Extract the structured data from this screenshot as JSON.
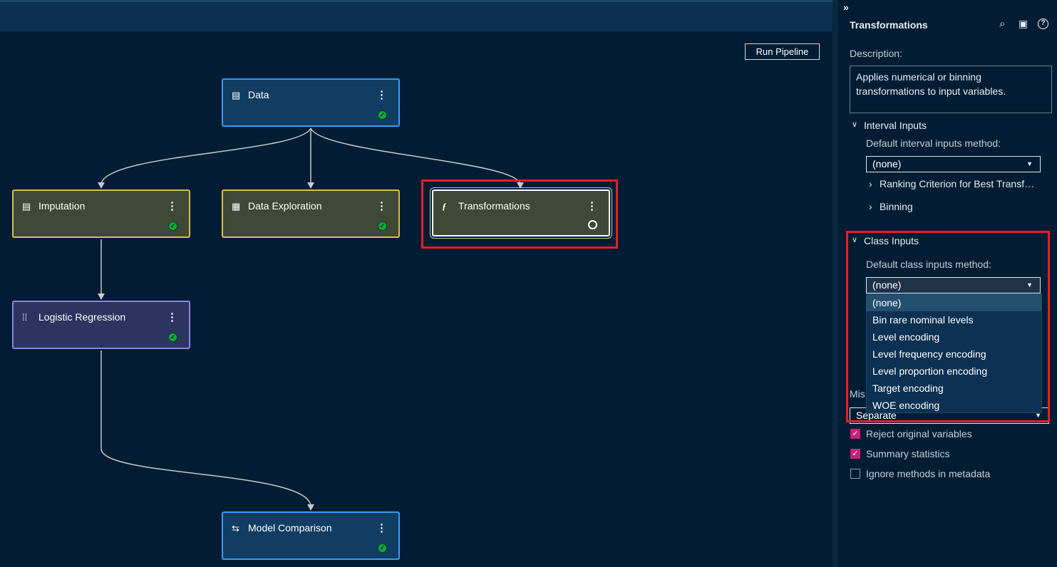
{
  "toolbar": {
    "run_pipeline": "Run Pipeline"
  },
  "nodes": {
    "data": {
      "label": "Data",
      "status": "completed"
    },
    "imputation": {
      "label": "Imputation",
      "status": "completed"
    },
    "data_exploration": {
      "label": "Data Exploration",
      "status": "completed"
    },
    "transformations": {
      "label": "Transformations",
      "status": "not-run"
    },
    "logistic_regression": {
      "label": "Logistic Regression",
      "status": "completed"
    },
    "model_comparison": {
      "label": "Model Comparison",
      "status": "completed"
    }
  },
  "panel": {
    "collapse": "»",
    "title": "Transformations",
    "description_label": "Description:",
    "description": "Applies numerical or binning transformations to input variables.",
    "interval": {
      "header": "Interval Inputs",
      "method_label": "Default interval inputs method:",
      "method_value": "(none)",
      "ranking": "Ranking Criterion for Best Transf…",
      "binning": "Binning"
    },
    "class": {
      "header": "Class Inputs",
      "method_label": "Default class inputs method:",
      "method_value": "(none)",
      "options": [
        "(none)",
        "Bin rare nominal levels",
        "Level encoding",
        "Level frequency encoding",
        "Level proportion encoding",
        "Target encoding",
        "WOE encoding"
      ]
    },
    "missing_label": "Mis",
    "missing_value": "Separate",
    "checkboxes": [
      {
        "label": "Reject original variables",
        "checked": true
      },
      {
        "label": "Summary statistics",
        "checked": true
      },
      {
        "label": "Ignore methods in metadata",
        "checked": false
      }
    ]
  },
  "colors": {
    "accent_red": "#ee1c24",
    "checkbox": "#c8217a",
    "status_ok": "#14a83a"
  }
}
